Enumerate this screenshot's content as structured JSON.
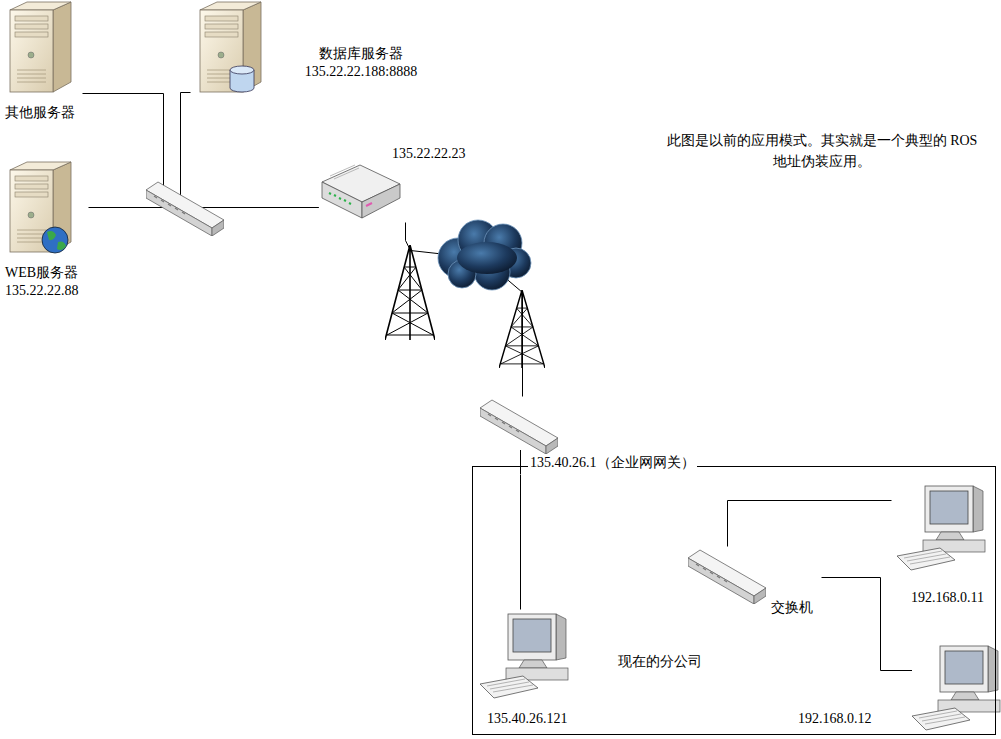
{
  "diagram": {
    "nodes": [
      {
        "text": [
          "其他服务器"
        ]
      },
      {
        "text": [
          "数据库服务器",
          "135.22.22.188:8888"
        ]
      },
      {
        "text": [
          "WEB服务器",
          "135.22.22.88"
        ]
      },
      {
        "text": [
          "135.22.22.23"
        ]
      },
      {
        "text": [
          "135.40.26.1（企业网网关）"
        ]
      },
      {
        "text": [
          "现在的分公司"
        ]
      },
      {
        "text": [
          "135.40.26.121"
        ],
        "in": 5
      },
      {
        "text": [
          "交换机"
        ],
        "in": 5
      },
      {
        "text": [
          "192.168.0.11"
        ],
        "in": 5
      },
      {
        "text": [
          "192.168.0.12"
        ],
        "in": 5
      }
    ],
    "edges": [
      {
        "from": 0,
        "to": 3,
        "arrow": "none"
      },
      {
        "from": 1,
        "to": 3,
        "arrow": "none"
      },
      {
        "from": 2,
        "to": 3,
        "arrow": "none"
      },
      {
        "from": 3,
        "to": 4,
        "arrow": "none"
      },
      {
        "from": 4,
        "to": 6,
        "arrow": "none"
      },
      {
        "from": 7,
        "to": 8,
        "arrow": "none"
      },
      {
        "from": 7,
        "to": 9,
        "arrow": "none"
      }
    ],
    "labels": [
      "此图是以前的应用模式。其实就是一个典型的 ROS地址伪装应用。"
    ]
  }
}
